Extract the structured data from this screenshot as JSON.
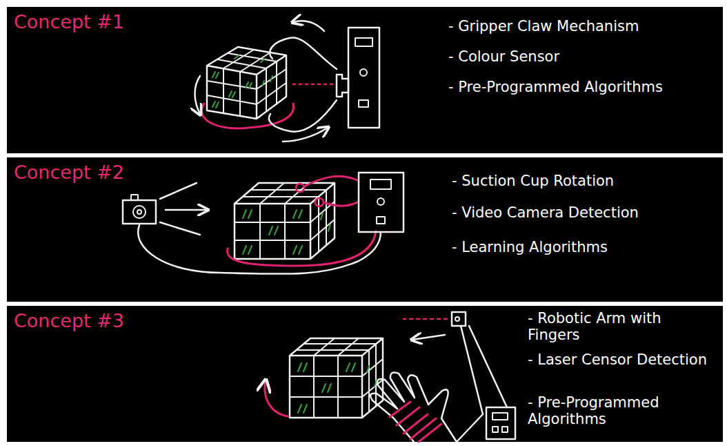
{
  "diagram": {
    "nodes": [
      {
        "text": [
          "Concept #1",
          "- Gripper Claw Mechanism",
          "- Colour Sensor",
          "- Pre-Programmed Algorithms"
        ]
      },
      {
        "text": [
          "Concept #2",
          "- Suction Cup Rotation",
          "- Video Camera Detection",
          "- Learning Algorithms"
        ]
      },
      {
        "text": [
          "Concept #3",
          "- Robotic Arm with Fingers",
          "- Laser Censor Detection",
          "- Pre-Programmed Algorithms"
        ]
      }
    ]
  }
}
